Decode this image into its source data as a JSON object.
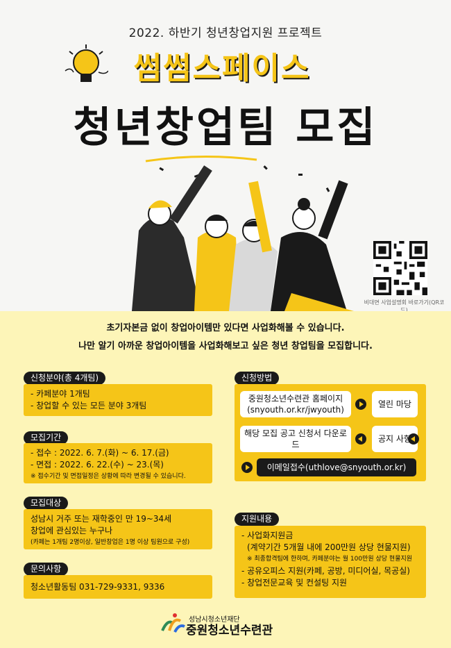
{
  "header": {
    "subtitle": "2022. 하반기 청년창업지원 프로젝트",
    "brand": "썸썸스페이스",
    "headline": "청년창업팀 모집",
    "qr_caption": "비대면 사업설명회 바로가기(QR코드)"
  },
  "intro": {
    "line1": "초기자본금 없이 창업아이템만 있다면 사업화해볼 수 있습니다.",
    "line2": "나만 알기 아까운 창업아이템을 사업화해보고 싶은 청년 창업팀을 모집합니다."
  },
  "fields": {
    "title": "신청분야(총 4개팀)",
    "items": [
      "- 카페분야 1개팀",
      "- 창업할 수 있는 모든 분야 3개팀"
    ]
  },
  "period": {
    "title": "모집기간",
    "items": [
      "- 접수 : 2022. 6. 7.(화) ~ 6. 17.(금)",
      "- 면접 : 2022. 6. 22.(수) ~ 23.(목)"
    ],
    "note": "※ 접수기간 및 면접일정은 상황에 따라 변경될 수 있습니다."
  },
  "target": {
    "title": "모집대상",
    "line1": "성남시 거주 또는 재학중인 만 19~34세",
    "line2": "창업에 관심있는 누구나",
    "note": "(카페는 1개팀 2명이상, 일반창업은 1명 이상 팀원으로 구성)"
  },
  "contact": {
    "title": "문의사항",
    "text": "청소년활동팀 031-729-9331, 9336"
  },
  "method": {
    "title": "신청방법",
    "step1": "중원청소년수련관 홈페이지 (snyouth.or.kr/jwyouth)",
    "step2": "열린 마당",
    "step3": "해당 모집 공고 신청서 다운로드",
    "step4": "공지 사항",
    "email": "이메일접수(uthlove@snyouth.or.kr)"
  },
  "support": {
    "title": "지원내용",
    "item1": "- 사업화지원금",
    "item1b": "(계약기간 5개월 내에 200만원 상당 현물지원)",
    "note": "※ 최종합격팀에 한하며, 카페분야는 월 100만원 상당 현물지원",
    "item2": "- 공유오피스 지원(카페, 공방, 미디어실, 목공실)",
    "item3": "- 창업전문교육 및 컨설팅 지원"
  },
  "footer": {
    "org": "성남시청소년재단",
    "name": "중원청소년수련관"
  },
  "colors": {
    "accent": "#f5c518",
    "dark": "#1a1a1a",
    "background": "#fdf5b8"
  }
}
